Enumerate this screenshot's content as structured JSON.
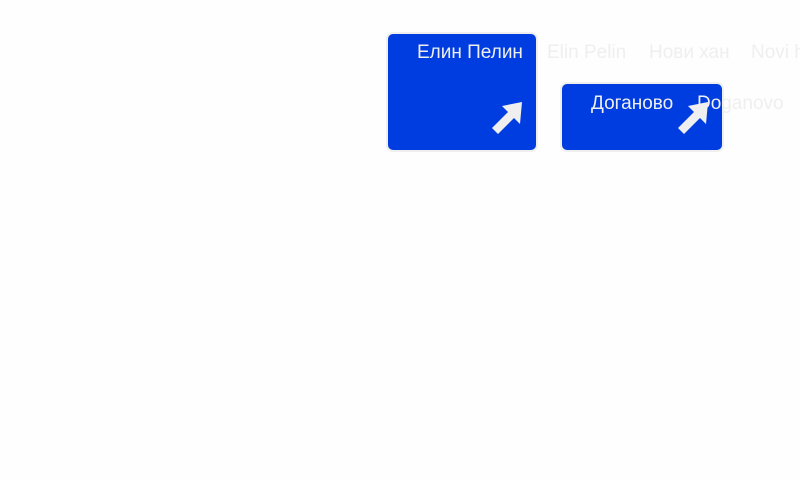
{
  "signs": [
    {
      "labels": [
        "Елин Пелин",
        "Elin Pelin",
        "Нови хан",
        "Novi han"
      ],
      "arrow": "arrow-up-right-icon"
    },
    {
      "labels": [
        "Доганово",
        "Doganovo"
      ],
      "arrow": "arrow-up-right-icon"
    }
  ],
  "colors": {
    "sign_fill": "#003de0",
    "text": "#efefef"
  }
}
